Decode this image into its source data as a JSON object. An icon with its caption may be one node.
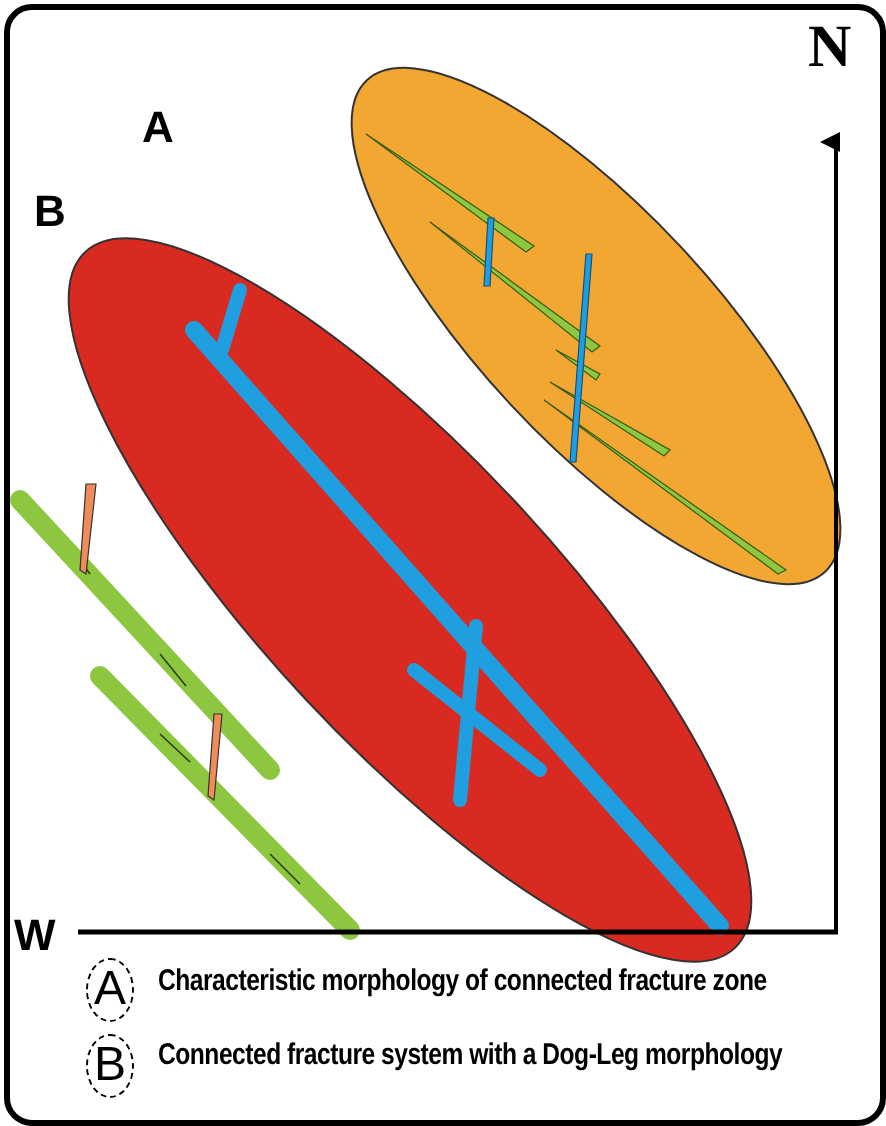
{
  "diagram": {
    "labels": [
      "N",
      "A",
      "B",
      "W",
      "A",
      "Characteristic morphology of connected fracture zone",
      "B",
      "Connected fracture system with a Dog-Leg morphology"
    ]
  }
}
